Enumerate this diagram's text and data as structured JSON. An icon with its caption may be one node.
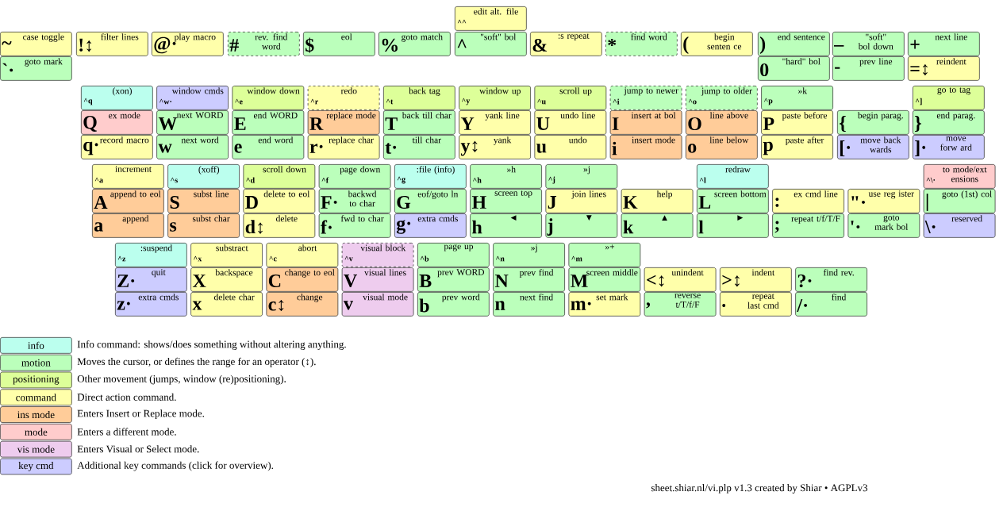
{
  "diagram": {
    "nodes": [
      {
        "text": [
          "^^",
          "edit alt. file"
        ]
      },
      {
        "text": [
          "~",
          "case toggle"
        ]
      },
      {
        "text": [
          "!↕",
          "filter lines"
        ]
      },
      {
        "text": [
          "@·",
          "play macro"
        ]
      },
      {
        "text": [
          "#",
          "rev. find word"
        ]
      },
      {
        "text": [
          "$",
          "eol"
        ]
      },
      {
        "text": [
          "%",
          "goto match"
        ]
      },
      {
        "text": [
          "^",
          "\"soft\" bol"
        ]
      },
      {
        "text": [
          "&",
          ":s repeat"
        ]
      },
      {
        "text": [
          "*",
          "find word"
        ]
      },
      {
        "text": [
          "(",
          "begin senten ce"
        ]
      },
      {
        "text": [
          ")",
          "end sentence"
        ]
      },
      {
        "text": [
          "_",
          "\"soft\" bol down"
        ]
      },
      {
        "text": [
          "+",
          "next line"
        ]
      },
      {
        "text": [
          "`·",
          "goto mark"
        ]
      },
      {
        "text": [
          "0",
          "\"hard\" bol"
        ]
      },
      {
        "text": [
          "-",
          "prev line"
        ]
      },
      {
        "text": [
          "=↕",
          "reindent"
        ]
      },
      {
        "text": [
          "^q",
          "(xon)"
        ]
      },
      {
        "text": [
          "^w·",
          "window cmds"
        ]
      },
      {
        "text": [
          "^e",
          "window down"
        ]
      },
      {
        "text": [
          "^r",
          "redo"
        ]
      },
      {
        "text": [
          "^t",
          "back tag"
        ]
      },
      {
        "text": [
          "^y",
          "window up"
        ]
      },
      {
        "text": [
          "^u",
          "scroll up"
        ]
      },
      {
        "text": [
          "^i",
          "jump to newer"
        ]
      },
      {
        "text": [
          "^o",
          "jump to older"
        ]
      },
      {
        "text": [
          "^p",
          "»k"
        ]
      },
      {
        "text": [
          "^]",
          "go to tag"
        ]
      },
      {
        "text": [
          "Q",
          "ex mode"
        ]
      },
      {
        "text": [
          "W",
          "next WORD"
        ]
      },
      {
        "text": [
          "E",
          "end WORD"
        ]
      },
      {
        "text": [
          "R",
          "replace mode"
        ]
      },
      {
        "text": [
          "T",
          "back till char"
        ]
      },
      {
        "text": [
          "Y",
          "yank line"
        ]
      },
      {
        "text": [
          "U",
          "undo line"
        ]
      },
      {
        "text": [
          "I",
          "insert at bol"
        ]
      },
      {
        "text": [
          "O",
          "line above"
        ]
      },
      {
        "text": [
          "P",
          "paste before"
        ]
      },
      {
        "text": [
          "{",
          "begin parag."
        ]
      },
      {
        "text": [
          "}",
          "end parag."
        ]
      },
      {
        "text": [
          "q·",
          "record macro"
        ]
      },
      {
        "text": [
          "w",
          "next word"
        ]
      },
      {
        "text": [
          "e",
          "end word"
        ]
      },
      {
        "text": [
          "r·",
          "replace char"
        ]
      },
      {
        "text": [
          "t·",
          "till char"
        ]
      },
      {
        "text": [
          "y↕",
          "yank"
        ]
      },
      {
        "text": [
          "u",
          "undo"
        ]
      },
      {
        "text": [
          "i",
          "insert mode"
        ]
      },
      {
        "text": [
          "o",
          "line below"
        ]
      },
      {
        "text": [
          "p",
          "paste after"
        ]
      },
      {
        "text": [
          "[·",
          "move back wards"
        ]
      },
      {
        "text": [
          "]·",
          "move forw ard"
        ]
      },
      {
        "text": [
          "^a",
          "increment"
        ]
      },
      {
        "text": [
          "^s",
          "(xoff)"
        ]
      },
      {
        "text": [
          "^d",
          "scroll down"
        ]
      },
      {
        "text": [
          "^f",
          "page down"
        ]
      },
      {
        "text": [
          "^g",
          ":file (info)"
        ]
      },
      {
        "text": [
          "^h",
          "»h"
        ]
      },
      {
        "text": [
          "^j",
          "»j"
        ]
      },
      {
        "text": [
          "^l",
          "redraw"
        ]
      },
      {
        "text": [
          "^\\·",
          "to mode/ext ensions"
        ]
      },
      {
        "text": [
          "A",
          "append to eol"
        ]
      },
      {
        "text": [
          "S",
          "subst line"
        ]
      },
      {
        "text": [
          "D",
          "delete to eol"
        ]
      },
      {
        "text": [
          "F·",
          "backwd to char"
        ]
      },
      {
        "text": [
          "G",
          "eof/goto ln"
        ]
      },
      {
        "text": [
          "H",
          "screen top"
        ]
      },
      {
        "text": [
          "J",
          "join lines"
        ]
      },
      {
        "text": [
          "K",
          "help"
        ]
      },
      {
        "text": [
          "L",
          "screen bottom"
        ]
      },
      {
        "text": [
          ":",
          "ex cmd line"
        ]
      },
      {
        "text": [
          "\"·",
          "use reg ister"
        ]
      },
      {
        "text": [
          "|",
          "goto (1st) col"
        ]
      },
      {
        "text": [
          "a",
          "append"
        ]
      },
      {
        "text": [
          "s",
          "subst char"
        ]
      },
      {
        "text": [
          "d↕",
          "delete"
        ]
      },
      {
        "text": [
          "f·",
          "fwd to char"
        ]
      },
      {
        "text": [
          "g·",
          "extra cmds"
        ]
      },
      {
        "text": [
          "h",
          "◄"
        ]
      },
      {
        "text": [
          "j",
          "▼"
        ]
      },
      {
        "text": [
          "k",
          "▲"
        ]
      },
      {
        "text": [
          "l",
          "►"
        ]
      },
      {
        "text": [
          ";",
          "repeat t/f/T/F"
        ]
      },
      {
        "text": [
          "'·",
          "goto mark bol"
        ]
      },
      {
        "text": [
          "\\·",
          "reserved"
        ]
      },
      {
        "text": [
          "^z",
          ":suspend"
        ]
      },
      {
        "text": [
          "^x",
          "substract"
        ]
      },
      {
        "text": [
          "^c",
          "abort"
        ]
      },
      {
        "text": [
          "^v",
          "visual block"
        ]
      },
      {
        "text": [
          "^b",
          "page up"
        ]
      },
      {
        "text": [
          "^n",
          "»j"
        ]
      },
      {
        "text": [
          "^m",
          "»+"
        ]
      },
      {
        "text": [
          "Z·",
          "quit"
        ]
      },
      {
        "text": [
          "X",
          "backspace"
        ]
      },
      {
        "text": [
          "C",
          "change to eol"
        ]
      },
      {
        "text": [
          "V",
          "visual lines"
        ]
      },
      {
        "text": [
          "B",
          "prev WORD"
        ]
      },
      {
        "text": [
          "N",
          "prev find"
        ]
      },
      {
        "text": [
          "M",
          "screen middle"
        ]
      },
      {
        "text": [
          "<↕",
          "unindent"
        ]
      },
      {
        "text": [
          ">↕",
          "indent"
        ]
      },
      {
        "text": [
          "?·",
          "find rev."
        ]
      },
      {
        "text": [
          "z·",
          "extra cmds"
        ]
      },
      {
        "text": [
          "x",
          "delete char"
        ]
      },
      {
        "text": [
          "c↕",
          "change"
        ]
      },
      {
        "text": [
          "v",
          "visual mode"
        ]
      },
      {
        "text": [
          "b",
          "prev word"
        ]
      },
      {
        "text": [
          "n",
          "next find"
        ]
      },
      {
        "text": [
          "m·",
          "set mark"
        ]
      },
      {
        "text": [
          ",",
          "reverse t/T/f/F"
        ]
      },
      {
        "text": [
          ".",
          "repeat last cmd"
        ]
      },
      {
        "text": [
          "/·",
          "find"
        ]
      }
    ],
    "labels": [
      "Info command: shows/does something without altering anything.",
      "Moves the cursor, or defines the range for an operator (↕).",
      "Other movement (jumps, window (re)positioning).",
      "Direct action command.",
      "Enters Insert or Replace mode.",
      "Enters a different mode.",
      "Enters Visual or Select mode.",
      "Additional key commands (click for overview).",
      "sheet.shiar.nl/vi.plp v1.3 created by Shiar • AGPLv3"
    ],
    "legend": [
      {
        "text": "info",
        "color": "#bbffee"
      },
      {
        "text": "motion",
        "color": "#bbffbb"
      },
      {
        "text": "positioning",
        "color": "#ddff99"
      },
      {
        "text": "command",
        "color": "#ffffaa"
      },
      {
        "text": "ins mode",
        "color": "#ffcc99"
      },
      {
        "text": "mode",
        "color": "#ffcccc"
      },
      {
        "text": "vis mode",
        "color": "#eeccee"
      },
      {
        "text": "key cmd",
        "color": "#ccccff"
      }
    ]
  }
}
